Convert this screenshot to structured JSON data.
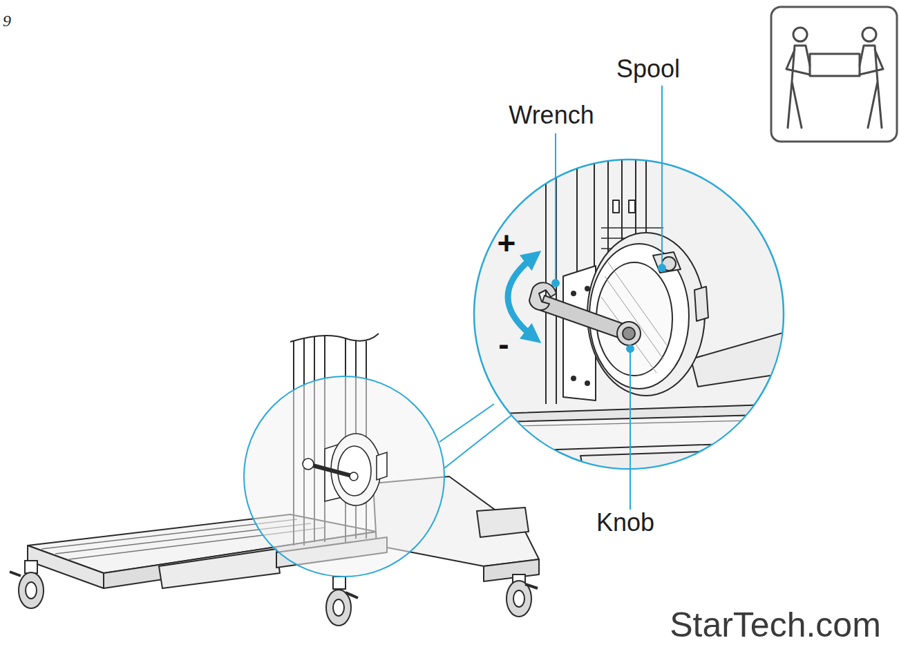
{
  "diagram": {
    "labels": [
      "9",
      "Spool",
      "Wrench",
      "+",
      "-",
      "Knob",
      "StarTech.com"
    ]
  }
}
